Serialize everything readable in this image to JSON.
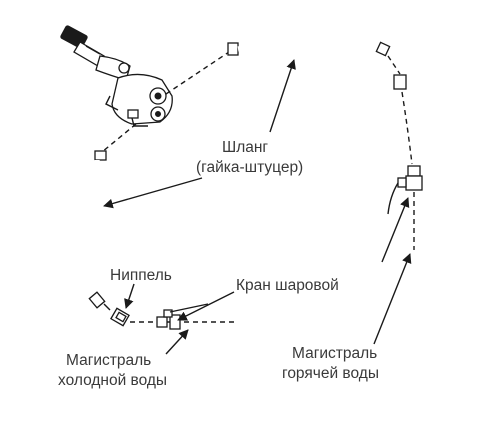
{
  "labels": {
    "hose_line1": "Шланг",
    "hose_line2": "(гайка-штуцер)",
    "nipple": "Ниппель",
    "ball_valve": "Кран шаровой",
    "cold_line1": "Магистраль",
    "cold_line2": "холодной воды",
    "hot_line1": "Магистраль",
    "hot_line2": "горячей воды"
  }
}
